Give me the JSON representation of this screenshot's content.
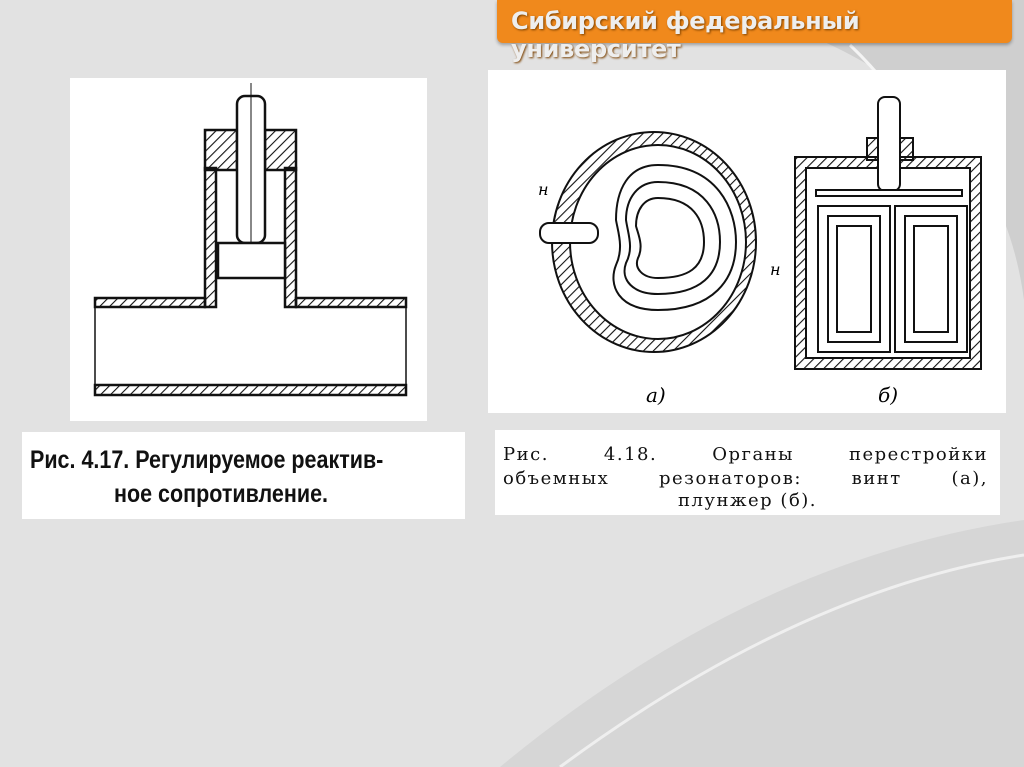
{
  "header": {
    "title": "Сибирский федеральный университет"
  },
  "figure_left": {
    "caption_line1": "Рис. 4.17. Регулируемое реактив-",
    "caption_line2": "ное сопротивление."
  },
  "figure_right": {
    "label_h1": "н",
    "label_h2": "н",
    "label_a": "а)",
    "label_b": "б)",
    "caption_line1_words": [
      "Рис.",
      "4.18.",
      "Органы",
      "перестройки"
    ],
    "caption_line2_words": [
      "объемных",
      "резонаторов:",
      "винт",
      "(а),"
    ],
    "caption_line3": "плунжер (б)."
  },
  "colors": {
    "banner": "#f0891c",
    "background": "#e2e2e2"
  }
}
